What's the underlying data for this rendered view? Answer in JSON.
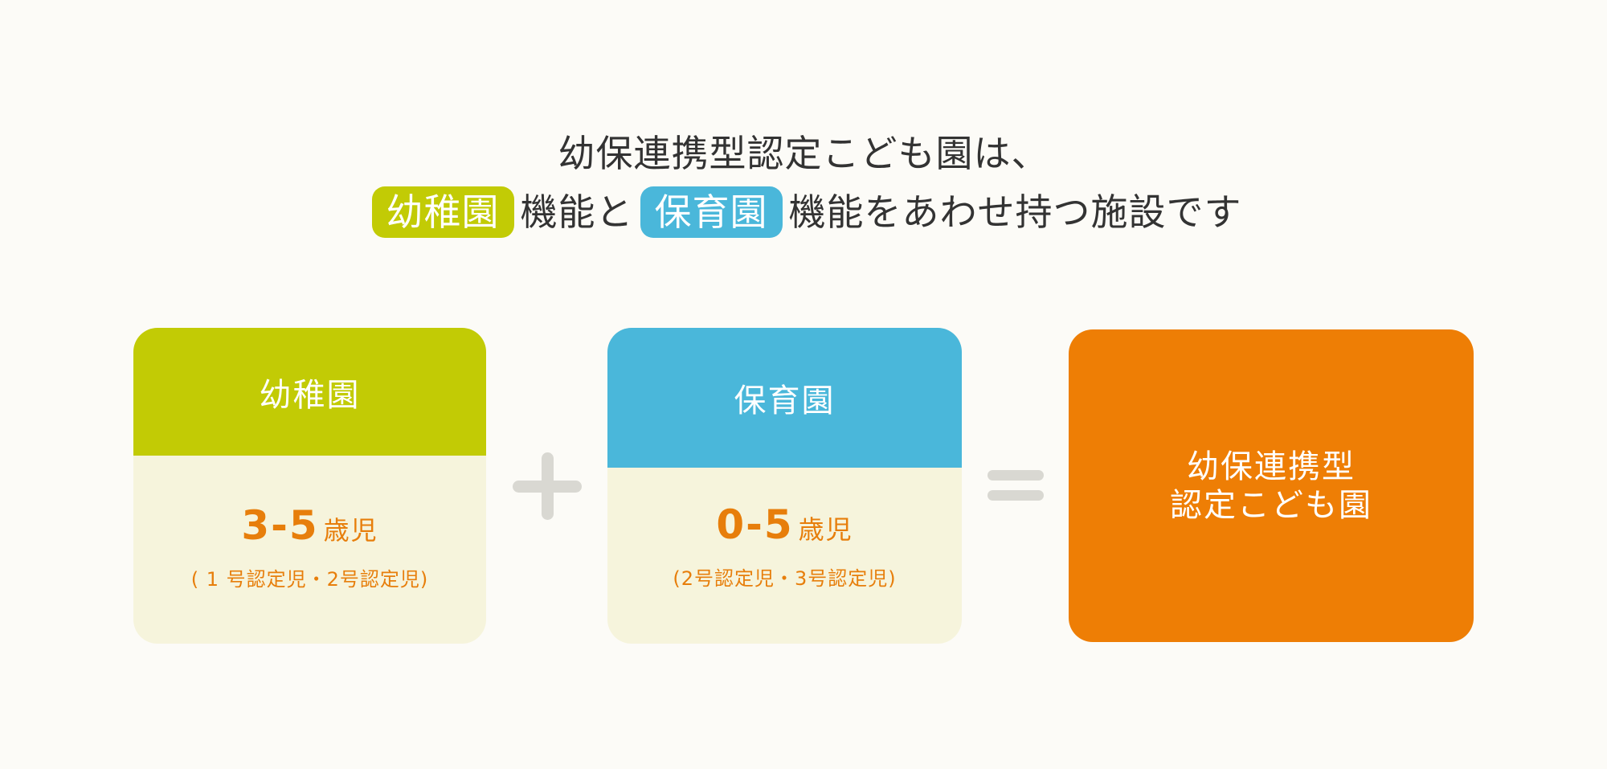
{
  "heading": {
    "line1": "幼保連携型認定こども園は、",
    "pill1": "幼稚園",
    "text1": "機能と",
    "pill2": "保育園",
    "text2": "機能をあわせ持つ施設です"
  },
  "cards": [
    {
      "title": "幼稚園",
      "age": "3-5",
      "age_unit": "歳児",
      "note": "( 1 号認定児・2号認定児)",
      "header_color": "#c2cb05"
    },
    {
      "title": "保育園",
      "age": "0-5",
      "age_unit": "歳児",
      "note": "(2号認定児・3号認定児)",
      "header_color": "#4ab7da"
    }
  ],
  "result": {
    "line1": "幼保連携型",
    "line2": "認定こども園",
    "color": "#ee7e05"
  },
  "operators": {
    "plus_icon": "plus-icon",
    "equals_icon": "equals-icon"
  }
}
